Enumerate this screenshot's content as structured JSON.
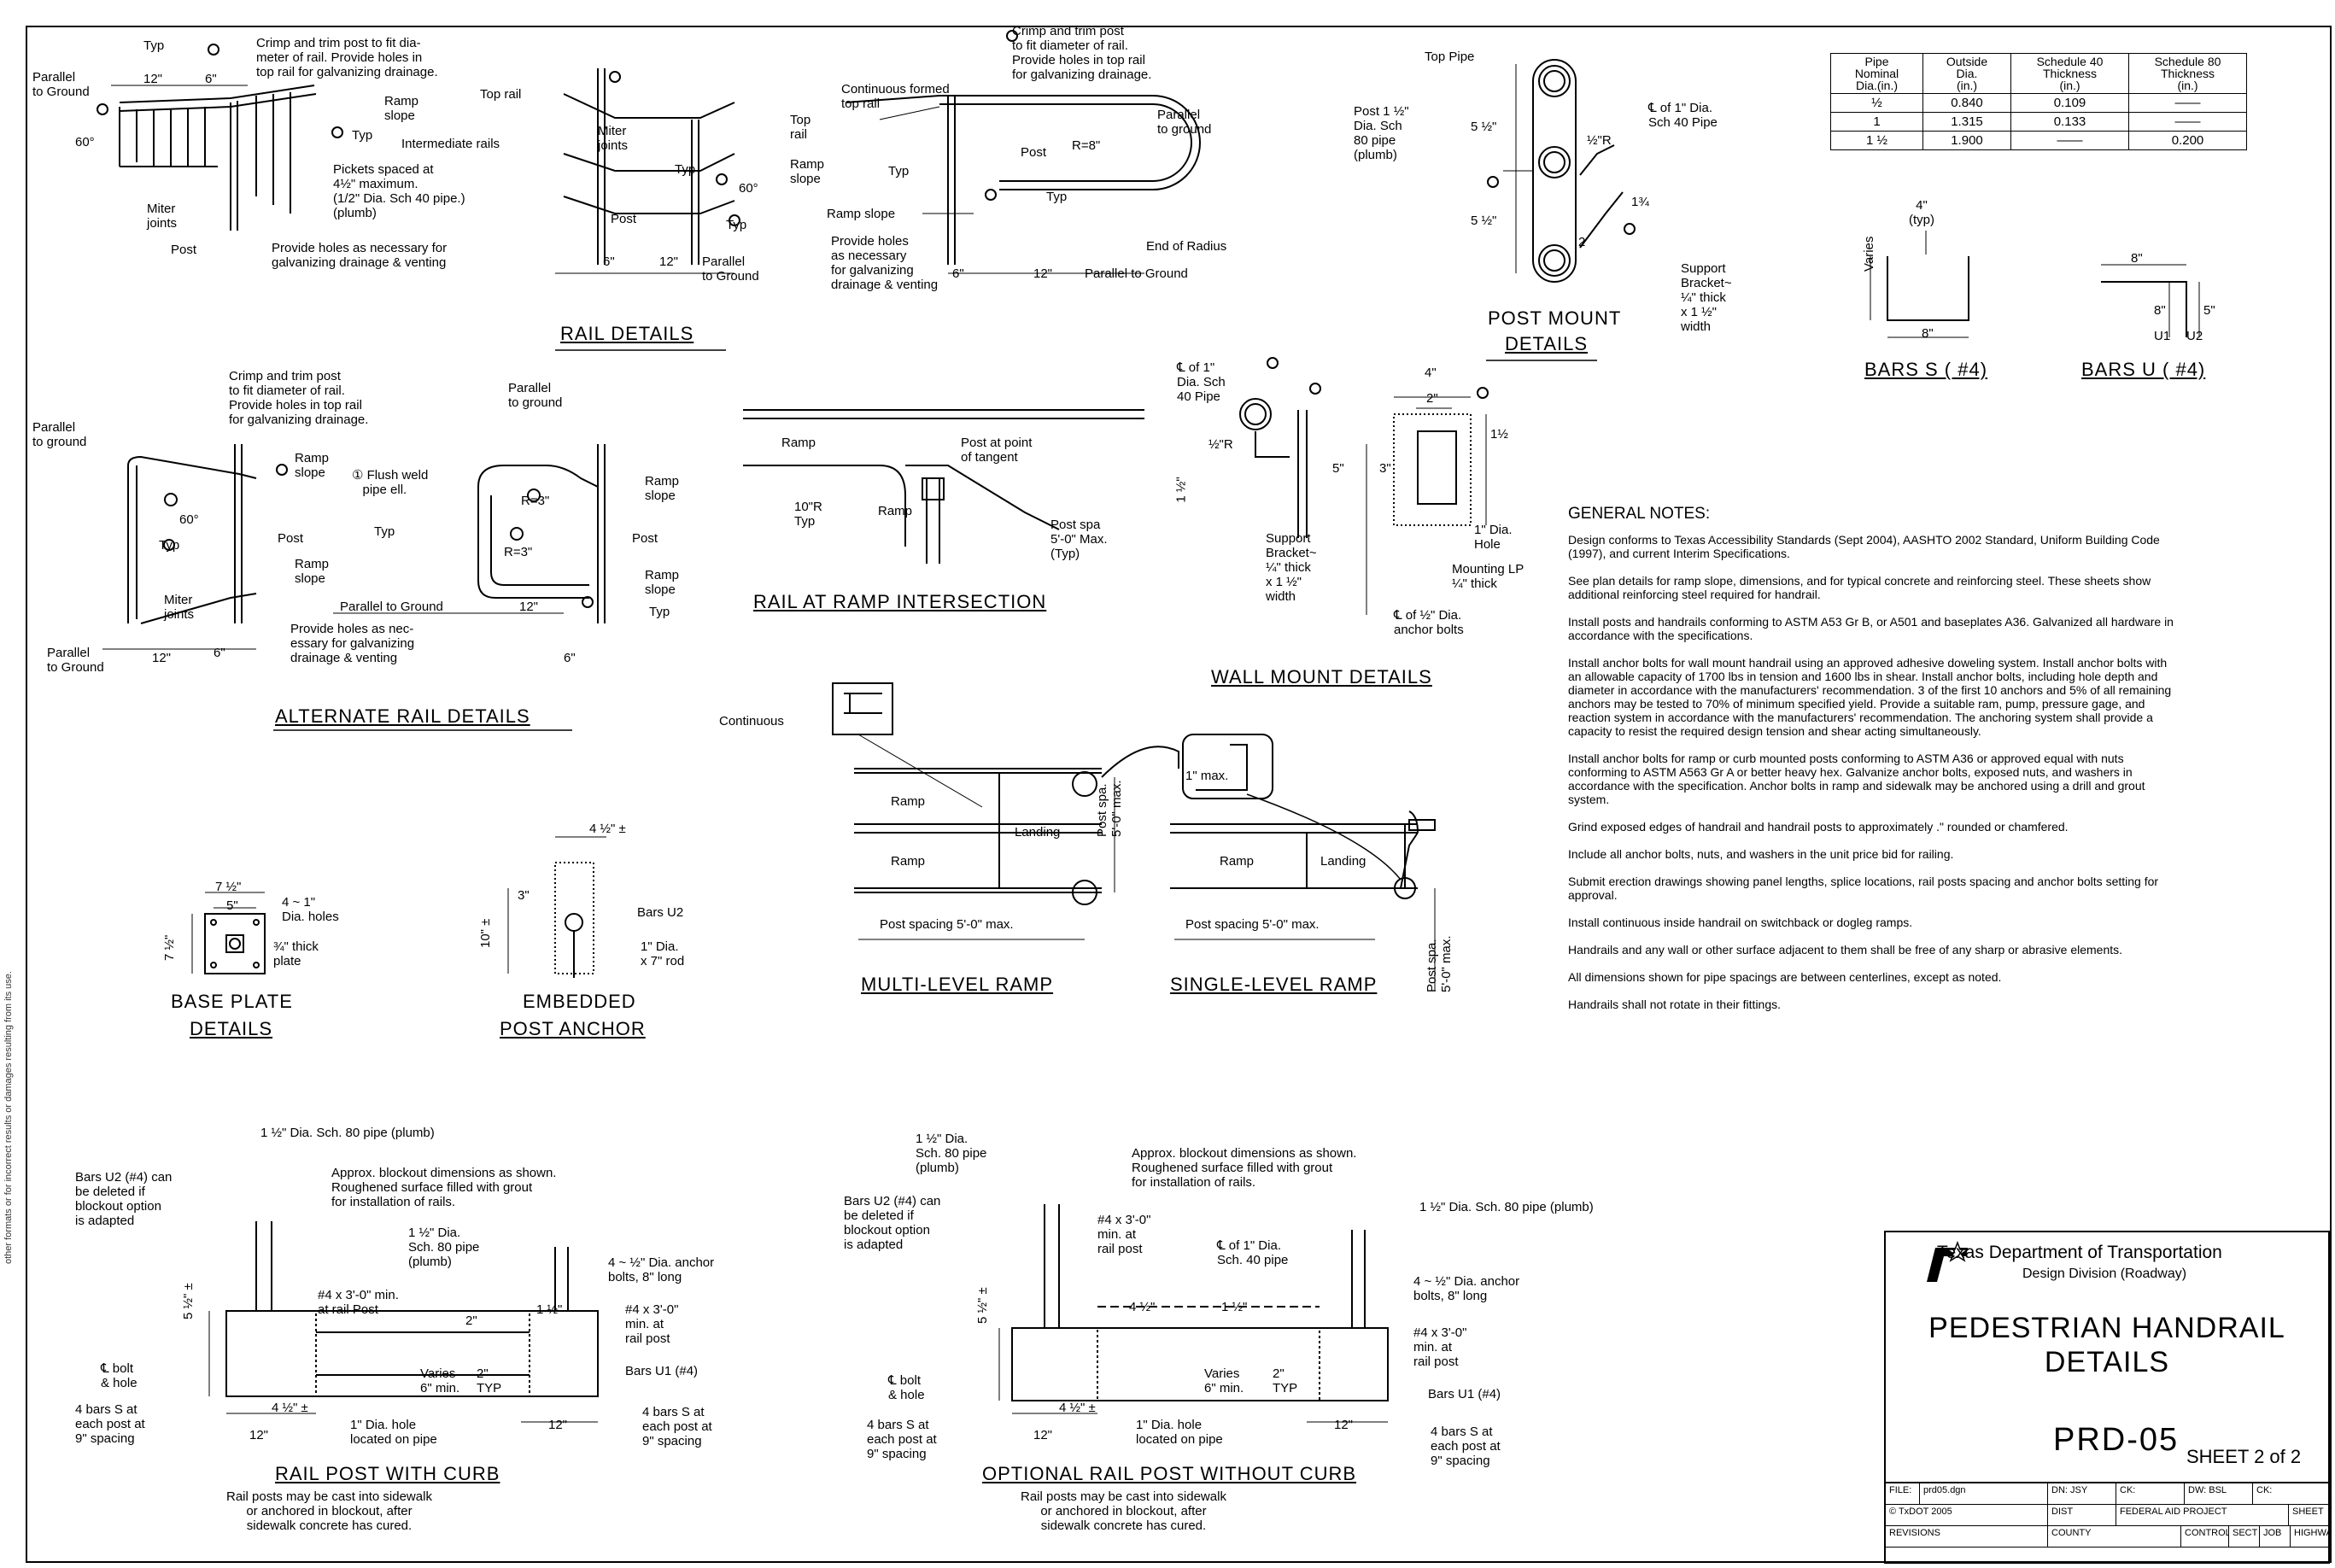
{
  "side_note": "other formats or for incorrect results or damages resulting from its use.",
  "rail_details": {
    "title": "RAIL DETAILS",
    "labels": [
      "Typ",
      "Crimp and trim post to fit dia-\nmeter of rail. Provide holes in\ntop rail for galvanizing drainage.",
      "Parallel\nto Ground",
      "12\"",
      "6\"",
      "60°",
      "Ramp\nslope",
      "Typ",
      "Top rail",
      "Intermediate rails",
      "Miter\njoints",
      "Pickets spaced at\n4½\" maximum.\n(1/2\" Dia. Sch 40 pipe.)\n(plumb)",
      "Miter\njoints",
      "Post",
      "Provide holes as necessary for\ngalvanizing drainage & venting",
      "60°",
      "Typ",
      "Post",
      "6\"",
      "12\"",
      "Parallel\nto Ground",
      "Typ"
    ]
  },
  "rail_ramp_detail": {
    "labels": [
      "Crimp and trim post\nto fit diameter of rail.\nProvide holes in top rail\nfor galvanizing drainage.",
      "Continuous formed\ntop rail",
      "Top\nrail",
      "Ramp\nslope",
      "Typ",
      "Post",
      "R=8\"",
      "Typ",
      "Parallel\nto ground",
      "Ramp slope",
      "Provide holes\nas necessary\nfor galvanizing\ndrainage & venting",
      "End of Radius",
      "6\"",
      "12\"",
      "Parallel to Ground"
    ]
  },
  "post_mount": {
    "title1": "POST MOUNT",
    "title2": "DETAILS",
    "labels": [
      "Top Pipe",
      "Post 1 ½\"\nDia. Sch\n80 pipe\n(plumb)",
      "℄ of 1\" Dia.\nSch 40 Pipe",
      "½\"R",
      "Support\nBracket~\n¼\" thick\nx 1 ½\"\nwidth",
      "5 ½\"",
      "5 ½\"",
      "2",
      "1¾"
    ]
  },
  "pipe_table": {
    "headers": [
      "Pipe\nNominal\nDia.(in.)",
      "Outside\nDia.\n(in.)",
      "Schedule 40\nThickness\n(in.)",
      "Schedule 80\nThickness\n(in.)"
    ],
    "rows": [
      [
        "½",
        "0.840",
        "0.109",
        "——"
      ],
      [
        "1",
        "1.315",
        "0.133",
        "——"
      ],
      [
        "1 ½",
        "1.900",
        "——",
        "0.200"
      ]
    ]
  },
  "bars": {
    "s_title": "BARS S ( #4)",
    "u_title": "BARS U ( #4)",
    "s_labels": [
      "4\"\n(typ)",
      "Varies",
      "8\""
    ],
    "u_labels": [
      "8\"",
      "8\"",
      "5\"",
      "U1",
      "U2"
    ]
  },
  "alt_rail": {
    "title": "ALTERNATE RAIL DETAILS",
    "labels": [
      "Crimp and trim post\nto fit diameter of rail.\nProvide holes in top rail\nfor galvanizing drainage.",
      "Parallel\nto ground",
      "Parallel\nto ground",
      "Ramp\nslope",
      "① Flush weld\n   pipe ell.",
      "R=3\"",
      "Ramp\nslope",
      "60°",
      "Typ",
      "Post",
      "Typ",
      "R=3\"",
      "Post",
      "Ramp\nslope",
      "Miter\njoints",
      "Provide holes as nec-\nessary for galvanizing\ndrainage & venting",
      "Parallel to Ground",
      "12\"",
      "Ramp\nslope",
      "Typ",
      "Parallel\nto Ground",
      "12\"",
      "6\"",
      "6\""
    ]
  },
  "ramp_intersection": {
    "title": "RAIL AT RAMP INTERSECTION",
    "labels": [
      "Ramp",
      "Post at point\nof tangent",
      "10\"R\nTyp",
      "Ramp",
      "Post spa\n5'-0\" Max.\n(Typ)"
    ]
  },
  "wall_mount": {
    "title": "WALL MOUNT DETAILS",
    "labels": [
      "℄ of 1\"\nDia. Sch\n40 Pipe",
      "½\"R",
      "1 ½\"",
      "4\"",
      "2\"",
      "5\"",
      "3\"",
      "1½",
      "Support\nBracket~\n¼\" thick\nx 1 ½\"\nwidth",
      "1\" Dia.\nHole",
      "Mounting LP\n¼\" thick",
      "℄ of ½\" Dia.\nanchor bolts"
    ]
  },
  "general_notes": {
    "title": "GENERAL NOTES:",
    "items": [
      "Design conforms to Texas Accessibility Standards (Sept 2004), AASHTO 2002 Standard, Uniform Building Code (1997), and current Interim Specifications.",
      "See plan details for ramp slope, dimensions, and for typical concrete and reinforcing steel. These sheets show additional reinforcing steel required for handrail.",
      "Install posts and handrails conforming to ASTM A53 Gr B, or A501 and baseplates A36. Galvanized all hardware in accordance with the specifications.",
      "Install anchor bolts for wall mount handrail using an approved adhesive doweling system. Install anchor bolts with an allowable capacity of 1700 lbs in tension and 1600 lbs in shear. Install anchor bolts, including hole depth and diameter in accordance with the manufacturers' recommendation. 3 of the first 10 anchors and 5% of all remaining anchors may be tested to 70% of minimum specified yield. Provide a suitable ram, pump, pressure gage, and reaction system in accordance with the manufacturers' recommendation. The anchoring system shall provide a capacity to resist the required design tension and shear acting simultaneously.",
      "Install anchor bolts for ramp or curb mounted posts conforming to ASTM A36 or approved equal with nuts conforming to ASTM A563 Gr A or better heavy hex. Galvanize anchor bolts, exposed nuts, and washers in accordance with the specification. Anchor bolts in ramp and sidewalk may be anchored using a drill and grout system.",
      "Grind exposed edges of handrail and handrail posts to approximately .\" rounded or chamfered.",
      "Include all anchor bolts, nuts, and washers in the unit price bid for railing.",
      "Submit erection drawings showing panel lengths, splice locations, rail posts spacing and anchor bolts setting for approval.",
      "Install continuous inside handrail on switchback or dogleg ramps.",
      "Handrails and any wall or other surface adjacent to them shall be free of any sharp or abrasive elements.",
      "All dimensions shown for pipe spacings are between centerlines, except as noted.",
      "Handrails shall not rotate in their fittings."
    ]
  },
  "multi_level": {
    "title": "MULTI-LEVEL RAMP",
    "labels": [
      "Continuous",
      "Ramp",
      "Landing",
      "Ramp",
      "Post spa.\n5'-0\" max.",
      "Post spacing 5'-0\" max."
    ]
  },
  "single_level": {
    "title": "SINGLE-LEVEL RAMP",
    "labels": [
      "1\" max.",
      "Ramp",
      "Landing",
      "Post spacing 5'-0\" max.",
      "Post spa.\n5'-0\" max."
    ]
  },
  "base_plate": {
    "title1": "BASE PLATE",
    "title2": "DETAILS",
    "labels": [
      "7 ½\"",
      "5\"",
      "4 ~ 1\"\nDia. holes",
      "7 ½\"",
      "¾\" thick\nplate"
    ]
  },
  "embedded_anchor": {
    "title1": "EMBEDDED",
    "title2": "POST ANCHOR",
    "labels": [
      "4 ½\" ±",
      "Bars U2",
      "10\" ±",
      "1\" Dia.\nx 7\" rod",
      "3\""
    ]
  },
  "rail_post_curb": {
    "title": "RAIL POST WITH CURB",
    "caption": "Rail posts may be cast into sidewalk\nor anchored in blockout, after\nsidewalk concrete has cured.",
    "labels": [
      "1 ½\" Dia. Sch. 80 pipe (plumb)",
      "Bars U2 (#4) can\nbe deleted if\nblockout option\nis adapted",
      "Approx. blockout dimensions as shown.\nRoughened surface filled with grout\nfor installation of rails.",
      "1 ½\" Dia.\nSch. 80 pipe\n(plumb)",
      "4 ~ ½\" Dia. anchor\nbolts, 8\" long",
      "#4 x 3'-0\" min.\nat rail Post",
      "#4 x 3'-0\"\nmin. at\nrail post",
      "Bars U1 (#4)",
      "℄ bolt\n& hole",
      "Varies\n6\" min.",
      "2\"\nTYP",
      "4 bars S at\neach post at\n9\" spacing",
      "1\" Dia. hole\nlocated on pipe",
      "4 bars S at\neach post at\n9\" spacing",
      "12\"",
      "12\"",
      "4 ½\" ±",
      "5 ½\" ±",
      "2\"",
      "1 ½\""
    ]
  },
  "optional_rail_post": {
    "title": "OPTIONAL RAIL POST WITHOUT CURB",
    "caption": "Rail posts may be cast into sidewalk\nor anchored in blockout, after\nsidewalk concrete has cured.",
    "labels": [
      "1 ½\" Dia.\nSch. 80 pipe\n(plumb)",
      "Approx. blockout dimensions as shown.\nRoughened surface filled with grout\nfor installation of rails.",
      "1 ½\" Dia. Sch. 80 pipe (plumb)",
      "Bars U2 (#4) can\nbe deleted if\nblockout option\nis adapted",
      "#4 x 3'-0\"\nmin. at\nrail post",
      "℄ of 1\" Dia.\nSch. 40 pipe",
      "4 ~ ½\" Dia. anchor\nbolts, 8\" long",
      "#4 x 3'-0\"\nmin. at\nrail post",
      "Bars U1 (#4)",
      "℄ bolt\n& hole",
      "Varies\n6\" min.",
      "2\"\nTYP",
      "4 bars S at\neach post at\n9\" spacing",
      "1\" Dia. hole\nlocated on pipe",
      "4 bars S at\neach post at\n9\" spacing",
      "12\"",
      "12\"",
      "4 ½\" ±",
      "5 ½\" ±",
      "4 ½\"",
      "1 ½\""
    ]
  },
  "title_block": {
    "agency": "Texas Department of Transportation",
    "division": "Design Division (Roadway)",
    "title_line1": "PEDESTRIAN HANDRAIL",
    "title_line2": "DETAILS",
    "sheet_no": "PRD-05",
    "sheet_of": "SHEET 2 of 2",
    "row1": [
      "FILE:",
      "prd05.dgn",
      "DN: JSY",
      "CK:",
      "DW: BSL",
      "CK:"
    ],
    "row2": [
      "© TxDOT 2005",
      "DIST",
      "FEDERAL AID PROJECT",
      "SHEET"
    ],
    "row3": [
      "REVISIONS",
      "COUNTY",
      "CONTROL",
      "SECT",
      "JOB",
      "HIGHWAY"
    ]
  }
}
